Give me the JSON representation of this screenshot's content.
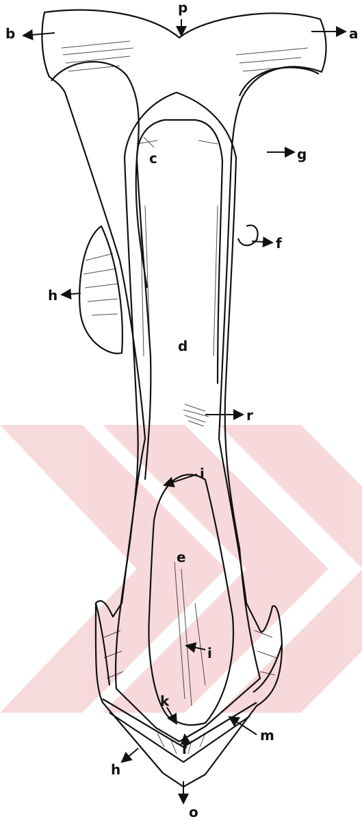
{
  "figure": {
    "watermark_color": "#f6d3d6",
    "ink_color": "#111111",
    "labels": {
      "a": "a",
      "b": "b",
      "c": "c",
      "d": "d",
      "e": "e",
      "f": "f",
      "g": "g",
      "h_top": "h",
      "h_bottom": "h",
      "i_upper": "i",
      "i_lower": "i",
      "k": "k",
      "l": "l",
      "m": "m",
      "o": "o",
      "p": "p",
      "r": "r"
    }
  }
}
